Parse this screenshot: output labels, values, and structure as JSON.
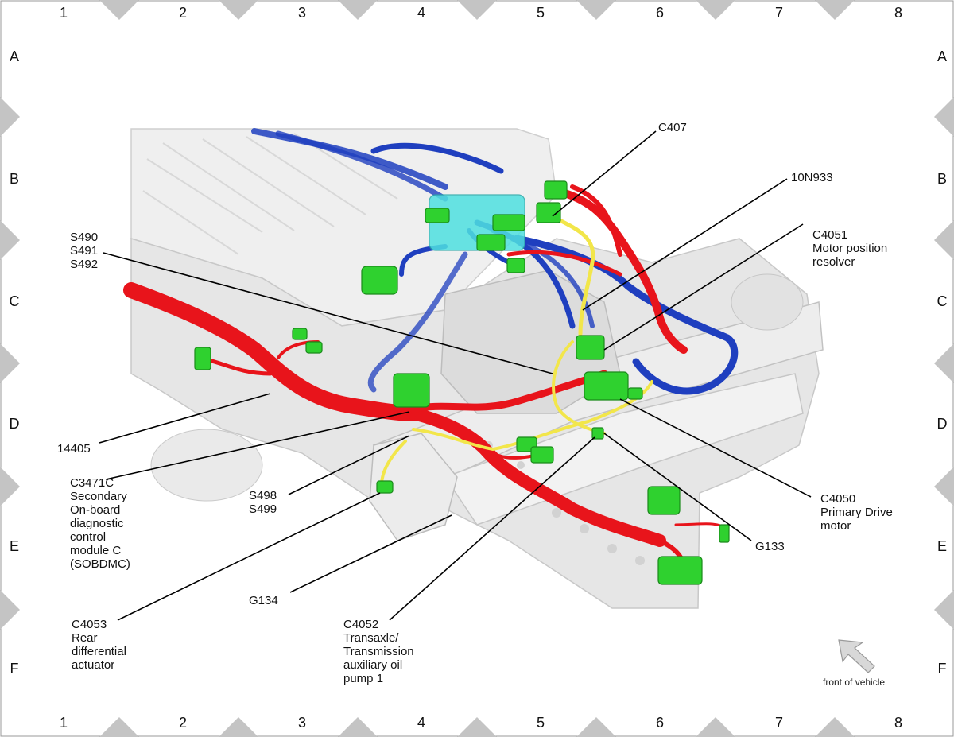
{
  "grid": {
    "columns": [
      "1",
      "2",
      "3",
      "4",
      "5",
      "6",
      "7",
      "8"
    ],
    "rows": [
      "A",
      "B",
      "C",
      "D",
      "E",
      "F"
    ]
  },
  "labels": {
    "c407": [
      "C407"
    ],
    "n10n933": [
      "10N933"
    ],
    "c4051": [
      "C4051",
      "Motor position",
      "resolver"
    ],
    "s490": [
      "S490",
      "S491",
      "S492"
    ],
    "l14405": [
      "14405"
    ],
    "c3471c": [
      "C3471C",
      "Secondary",
      "On-board",
      "diagnostic",
      "control",
      "module C",
      "(SOBDMC)"
    ],
    "s498": [
      "S498",
      "S499"
    ],
    "c4053": [
      "C4053",
      "Rear",
      "differential",
      "actuator"
    ],
    "g134": [
      "G134"
    ],
    "c4052": [
      "C4052",
      "Transaxle/",
      "Transmission",
      "auxiliary oil",
      "pump 1"
    ],
    "g133": [
      "G133"
    ],
    "c4050": [
      "C4050",
      "Primary Drive",
      "motor"
    ]
  },
  "orientation": {
    "text": "front of vehicle",
    "icon": "arrow-up-left-icon"
  },
  "colors": {
    "red_harness": "#e8141b",
    "blue_harness": "#1f3fbf",
    "yellow_harness": "#f2e64a",
    "connector_green": "#2fd12f",
    "connector_cyan": "#4fe0e0",
    "chassis_gray": "#e3e3e3"
  }
}
